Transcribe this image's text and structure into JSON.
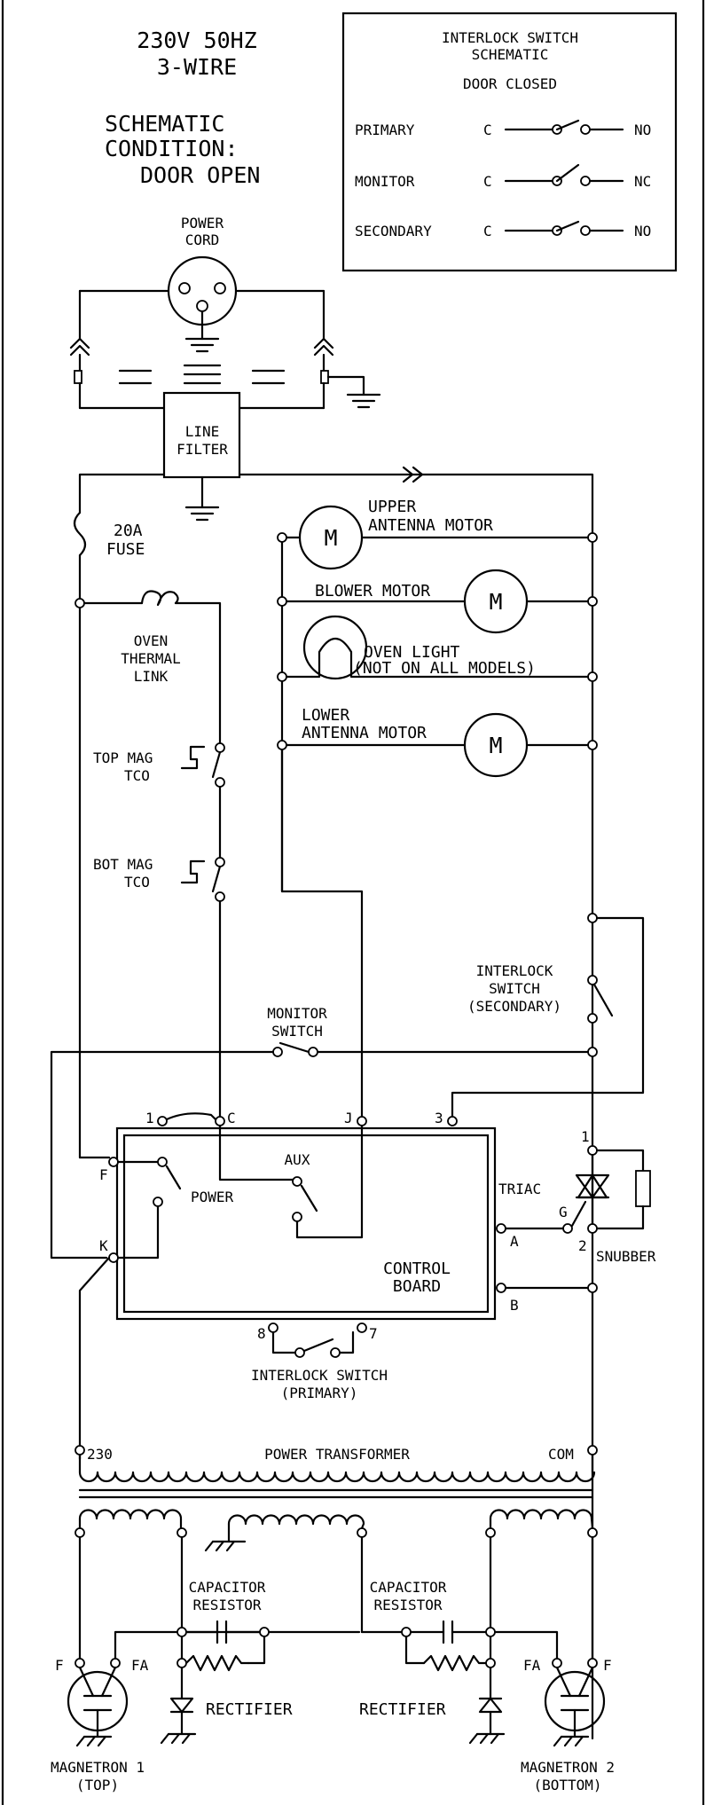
{
  "header": {
    "supply_line1": "230V 50HZ",
    "supply_line2": "3-WIRE",
    "condition_line1": "SCHEMATIC",
    "condition_line2": "CONDITION:",
    "condition_line3": "DOOR OPEN"
  },
  "legend": {
    "title_line1": "INTERLOCK SWITCH",
    "title_line2": "SCHEMATIC",
    "state": "DOOR CLOSED",
    "common": "C",
    "rows": [
      {
        "name": "PRIMARY",
        "contact": "NO"
      },
      {
        "name": "MONITOR",
        "contact": "NC"
      },
      {
        "name": "SECONDARY",
        "contact": "NO"
      }
    ]
  },
  "labels": {
    "power_cord_1": "POWER",
    "power_cord_2": "CORD",
    "line_filter_1": "LINE",
    "line_filter_2": "FILTER",
    "fuse_1": "20A",
    "fuse_2": "FUSE",
    "thermal_1": "OVEN",
    "thermal_2": "THERMAL",
    "thermal_3": "LINK",
    "top_mag_1": "TOP MAG",
    "top_mag_2": "TCO",
    "bot_mag_1": "BOT MAG",
    "bot_mag_2": "TCO",
    "upper_motor_1": "UPPER",
    "upper_motor_2": "ANTENNA MOTOR",
    "blower_motor": "BLOWER MOTOR",
    "oven_light_1": "OVEN LIGHT",
    "oven_light_2": "(NOT ON ALL MODELS)",
    "lower_motor_1": "LOWER",
    "lower_motor_2": "ANTENNA MOTOR",
    "motor_symbol": "M",
    "interlock_sec_1": "INTERLOCK",
    "interlock_sec_2": "SWITCH",
    "interlock_sec_3": "(SECONDARY)",
    "monitor_1": "MONITOR",
    "monitor_2": "SWITCH",
    "power": "POWER",
    "aux": "AUX",
    "board_1": "CONTROL",
    "board_2": "BOARD",
    "triac": "TRIAC",
    "snubber": "SNUBBER",
    "interlock_pri_1": "INTERLOCK SWITCH",
    "interlock_pri_2": "(PRIMARY)",
    "transformer": "POWER TRANSFORMER",
    "tap_230": "230",
    "tap_com": "COM",
    "cap_res_l1": "CAPACITOR",
    "cap_res_l2": "RESISTOR",
    "cap_res_r1": "CAPACITOR",
    "cap_res_r2": "RESISTOR",
    "rectifier_l": "RECTIFIER",
    "rectifier_r": "RECTIFIER",
    "mag1_1": "MAGNETRON 1",
    "mag1_2": "(TOP)",
    "mag2_1": "MAGNETRON 2",
    "mag2_2": "(BOTTOM)"
  },
  "pins": {
    "p1": "1",
    "pC": "C",
    "pJ": "J",
    "p3": "3",
    "pF": "F",
    "pK": "K",
    "pA": "A",
    "pB": "B",
    "p8": "8",
    "p7": "7",
    "t1": "1",
    "t2": "2",
    "tG": "G",
    "mF_l": "F",
    "mFA_l": "FA",
    "mFA_r": "FA",
    "mF_r": "F"
  }
}
